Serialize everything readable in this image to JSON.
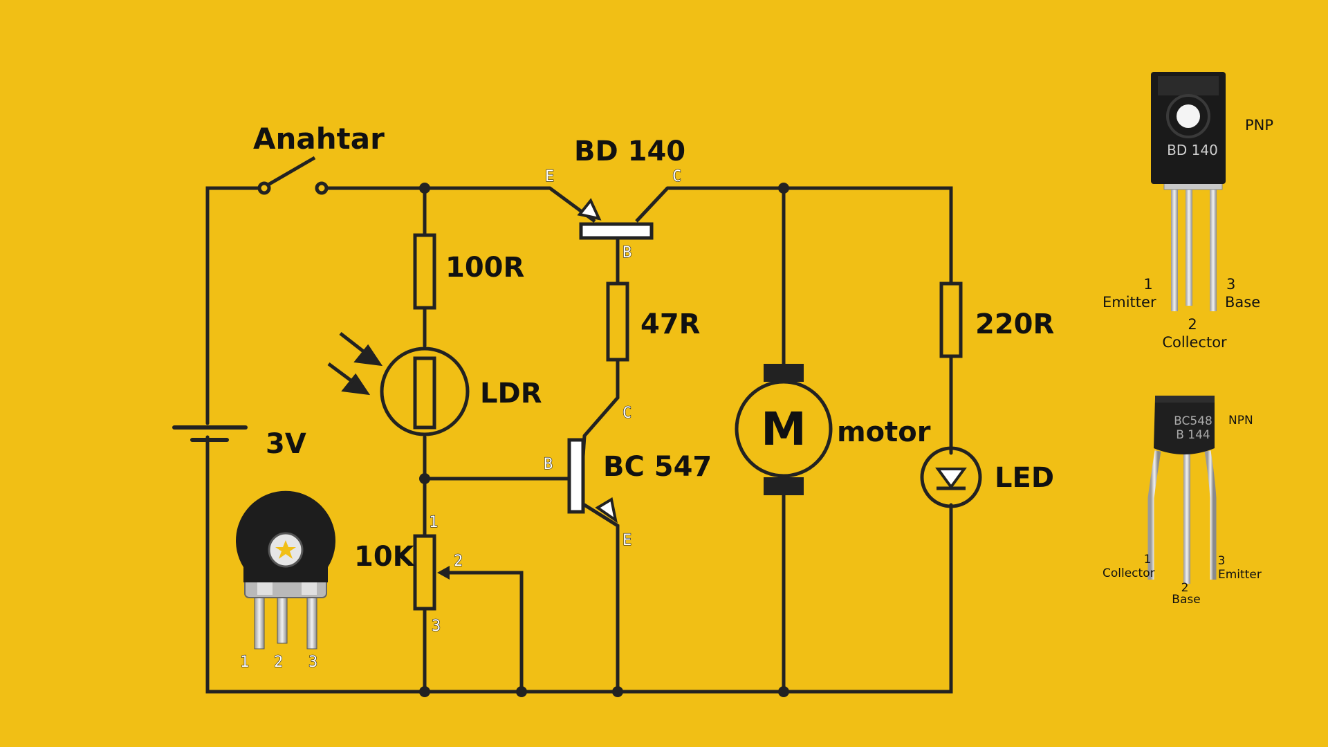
{
  "circuit": {
    "switch_label": "Anahtar",
    "battery_label": "3V",
    "r1_label": "100R",
    "ldr_label": "LDR",
    "pot_label": "10K",
    "pot_pins": [
      "1",
      "2",
      "3"
    ],
    "pnp_label": "BD 140",
    "pnp_pins": {
      "emitter": "E",
      "collector": "C",
      "base": "B"
    },
    "r2_label": "47R",
    "npn_label": "BC 547",
    "npn_pins": {
      "collector": "C",
      "base": "B",
      "emitter": "E"
    },
    "motor_symbol": "M",
    "motor_label": "motor",
    "r3_label": "220R",
    "led_label": "LED",
    "pot_photo_pins": [
      "1",
      "2",
      "3"
    ]
  },
  "pnp_reference": {
    "type": "PNP",
    "marking": "BD 140",
    "pins": [
      {
        "num": "1",
        "name": "Emitter"
      },
      {
        "num": "2",
        "name": "Collector"
      },
      {
        "num": "3",
        "name": "Base"
      }
    ]
  },
  "npn_reference": {
    "type": "NPN",
    "marking_line1": "BC548",
    "marking_line2": "B  144",
    "pins": [
      {
        "num": "1",
        "name": "Collector"
      },
      {
        "num": "2",
        "name": "Base"
      },
      {
        "num": "3",
        "name": "Emitter"
      }
    ]
  },
  "colors": {
    "background": "#F1BF15",
    "wire": "#222222"
  }
}
